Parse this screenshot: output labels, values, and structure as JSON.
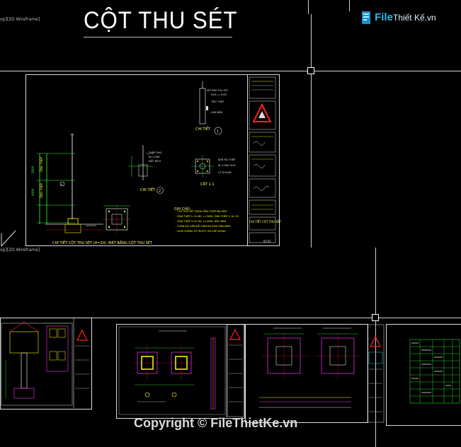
{
  "document": {
    "title": "CỘT THU SÉT"
  },
  "viewports": {
    "top_label": "op][2D Wireframe]",
    "mid_label": "op][2D Wireframe]"
  },
  "drawing": {
    "detail1_label": "CHI TIẾT",
    "detail1_num": "1",
    "detail2_label": "CHI TIẾT",
    "detail2_num": "2",
    "section_label": "CẮT 1-1",
    "bottom_left_caption": "CHI TIẾT CỘT THU SÉT (H=20)",
    "bottom_mid_caption": "MẶT BẰNG CỘT THU SÉT",
    "notes_title": "GHI CHÚ:"
  },
  "title_block": {
    "sheet_name": "CHI TIẾT CỘT THU SÉT",
    "sheet_code": "KT-01"
  },
  "watermark": {
    "text": "Copyright © FileThietKe.vn"
  },
  "logo": {
    "main": "File",
    "sub": "Thiết Kế",
    "domain": ".vn"
  },
  "colors": {
    "background": "#000000",
    "frame": "#dddddd",
    "dim_green": "#33ff33",
    "accent_yellow": "#ffff00",
    "accent_red": "#ff2020",
    "accent_magenta": "#ff33ff",
    "accent_cyan": "#33ffff",
    "logo_blue": "#39b8e8"
  }
}
